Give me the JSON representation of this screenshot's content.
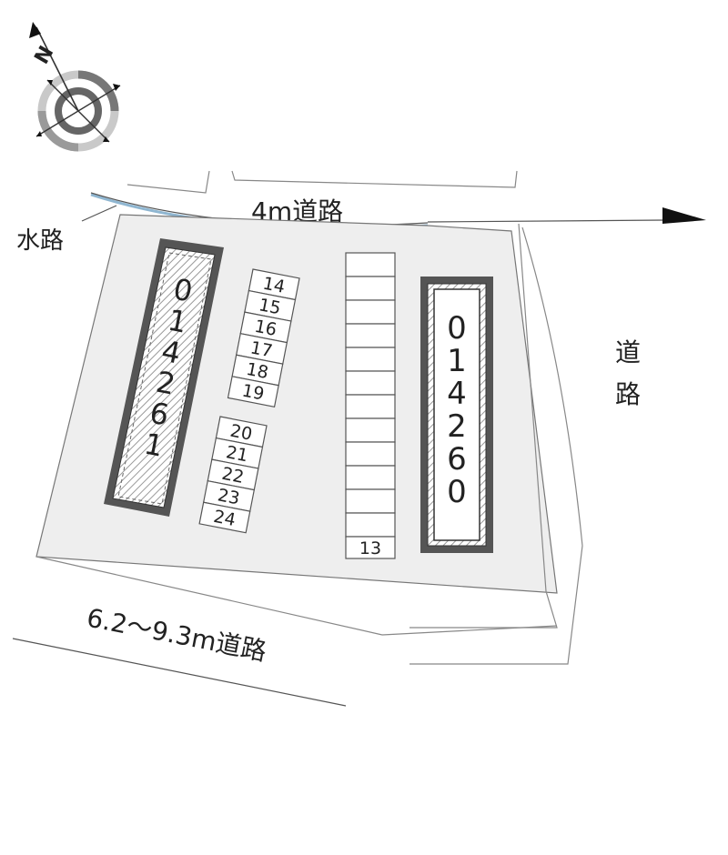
{
  "compass": {
    "north_label": "N"
  },
  "roads": {
    "top": "4m道路",
    "right_line1": "道",
    "right_line2": "路",
    "bottom": "6.2〜9.3m道路"
  },
  "waterway": "水路",
  "buildings": {
    "left": {
      "digits": [
        "0",
        "1",
        "4",
        "2",
        "6",
        "1"
      ]
    },
    "right": {
      "digits": [
        "0",
        "1",
        "4",
        "2",
        "6",
        "0"
      ]
    }
  },
  "parking": {
    "group_a": [
      "14",
      "15",
      "16",
      "17",
      "18",
      "19"
    ],
    "group_b": [
      "20",
      "21",
      "22",
      "23",
      "24"
    ],
    "column_label": "13"
  }
}
